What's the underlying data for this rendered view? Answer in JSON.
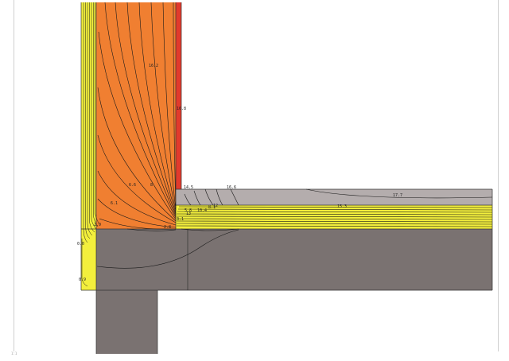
{
  "colors": {
    "background": "#ffffff",
    "insulation_yellow": "#f3ef3c",
    "masonry_orange": "#f07f31",
    "render_red": "#e23a2c",
    "screed_grey": "#b4adad",
    "concrete_grey": "#7a7271",
    "outline": "#333333",
    "isotherm": "#1a1a1a",
    "frame": "#cfcfcf"
  },
  "isotherm_labels": [
    "16.2",
    "16.8",
    "6.6",
    "8",
    "6.1",
    "2.9",
    "2.8",
    "0.0",
    "0.9",
    "14.5",
    "16.6",
    "17.7",
    "15.3",
    "8.1",
    "10.4",
    "12",
    "13",
    "5.8",
    "3.1"
  ],
  "corner_label": "1:1"
}
